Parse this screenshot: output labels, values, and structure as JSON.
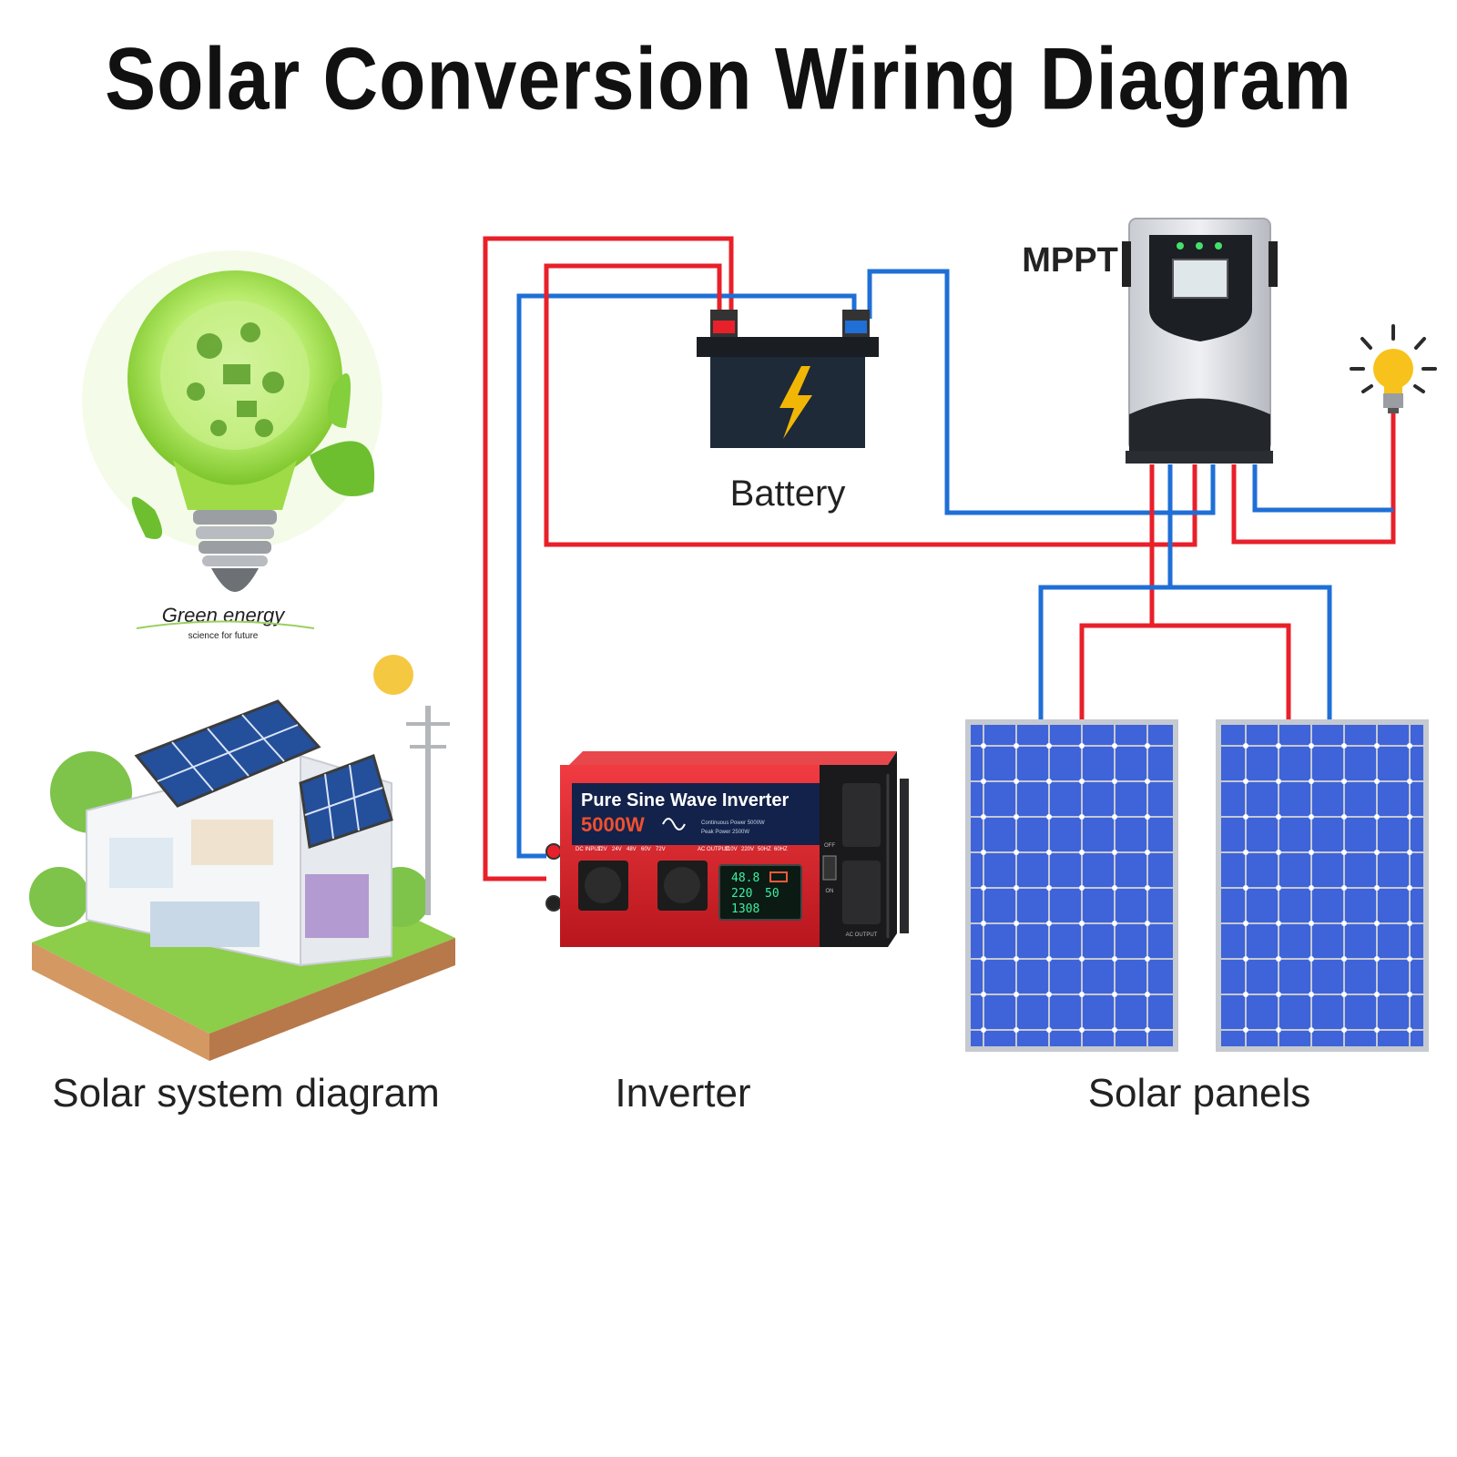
{
  "title": "Solar Conversion Wiring Diagram",
  "labels": {
    "battery": "Battery",
    "mppt": "MPPT",
    "green_energy": "Green energy",
    "green_energy_sub": "science for future",
    "solar_system": "Solar system diagram",
    "inverter": "Inverter",
    "solar_panels": "Solar panels"
  },
  "inverter": {
    "name": "Pure Sine Wave Inverter",
    "power": "5000W",
    "dc_input_label": "DC INPUT:",
    "dc_inputs": [
      "12V",
      "24V",
      "48V",
      "60V",
      "72V"
    ],
    "ac_output_label": "AC OUTPUT:",
    "ac_outputs": [
      "110V",
      "220V",
      "50HZ",
      "60HZ"
    ],
    "spec_line_1": "Continuous Power 5000W",
    "spec_line_2": "Peak Power 2500W",
    "display": {
      "line1": "48.8",
      "line2a": "220",
      "line2b": "50",
      "line3": "1308"
    },
    "switch_off": "OFF",
    "switch_on": "ON",
    "ac_output_side": "AC OUTPUT"
  },
  "colors": {
    "wire_positive": "#e8202a",
    "wire_negative": "#1f6fd6",
    "inverter_red": "#d8232a",
    "panel_blue": "#3f63d9",
    "bulb_green": "#8fd33a"
  }
}
